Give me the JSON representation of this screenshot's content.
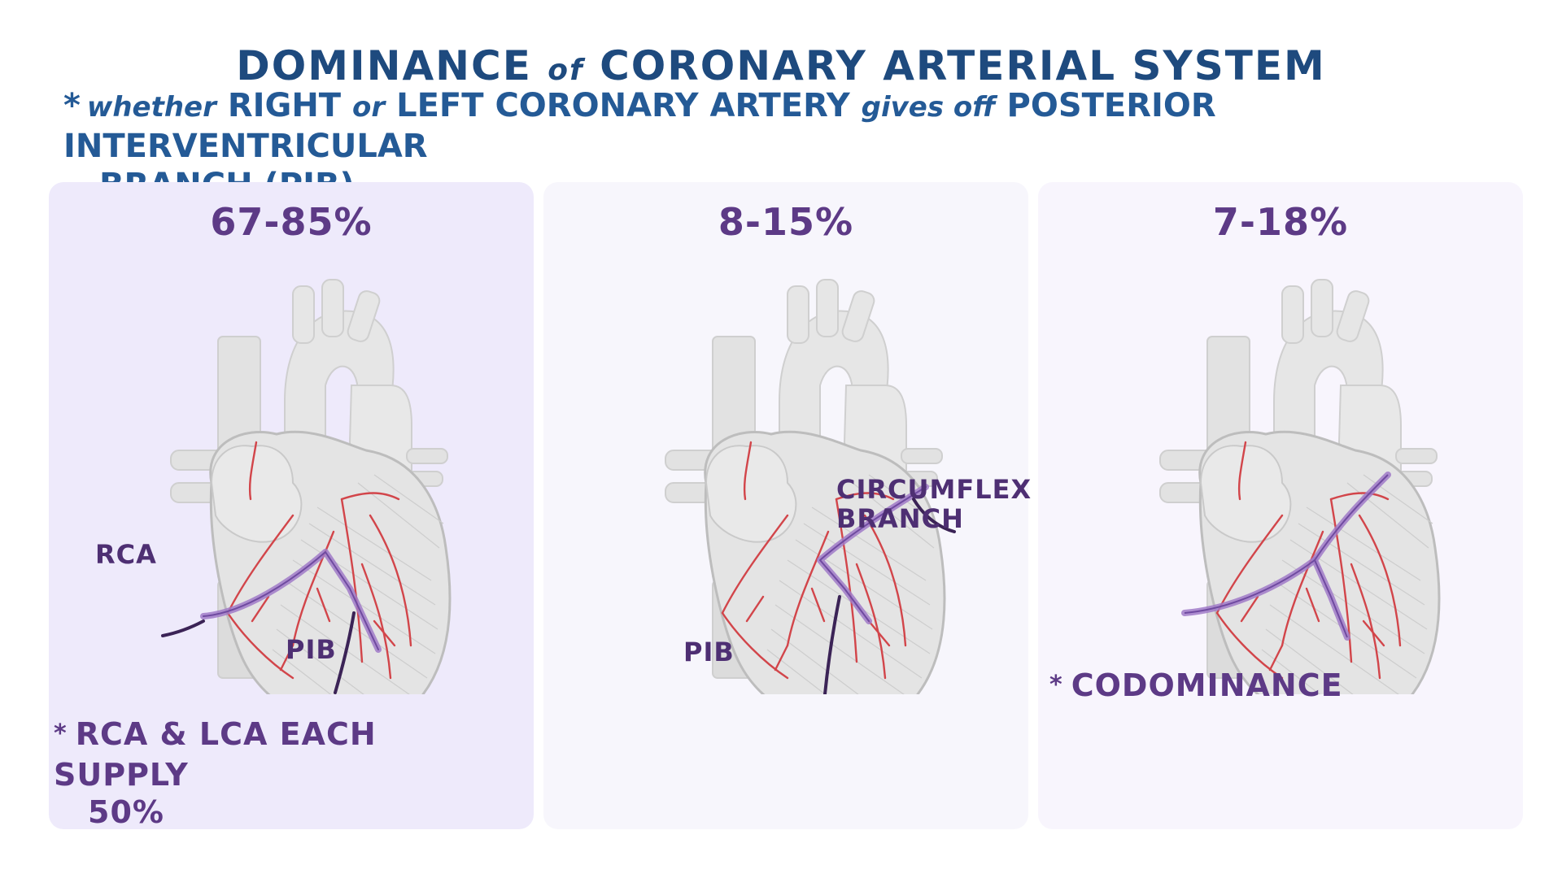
{
  "title": {
    "main_a": "DOMINANCE ",
    "main_of": "of",
    "main_b": " CORONARY ARTERIAL SYSTEM"
  },
  "subtitle": {
    "bullet": "*",
    "w1": "whether",
    "w2": " RIGHT ",
    "w3": "or",
    "w4": " LEFT CORONARY ARTERY ",
    "w5": "gives off",
    "w6": " POSTERIOR INTERVENTRICULAR",
    "line2": "BRANCH (PIB)"
  },
  "panels": [
    {
      "percent": "67-85%",
      "labels": {
        "rca": "RCA",
        "pib": "PIB"
      },
      "note_star": "*",
      "note_line1": "RCA & LCA EACH SUPPLY",
      "note_line2": "50%"
    },
    {
      "percent": "8-15%",
      "labels": {
        "circumflex": "CIRCUMFLEX\nBRANCH",
        "pib": "PIB"
      }
    },
    {
      "percent": "7-18%",
      "note_star": "*",
      "note_line1": "CODOMINANCE"
    }
  ],
  "colors": {
    "title": "#1e4a7e",
    "subtitle": "#245a96",
    "percent": "#5d3a86",
    "highlight_branch": "#a07ac8",
    "artery": "#d2454a",
    "heart_fill": "#e4e4e4"
  }
}
